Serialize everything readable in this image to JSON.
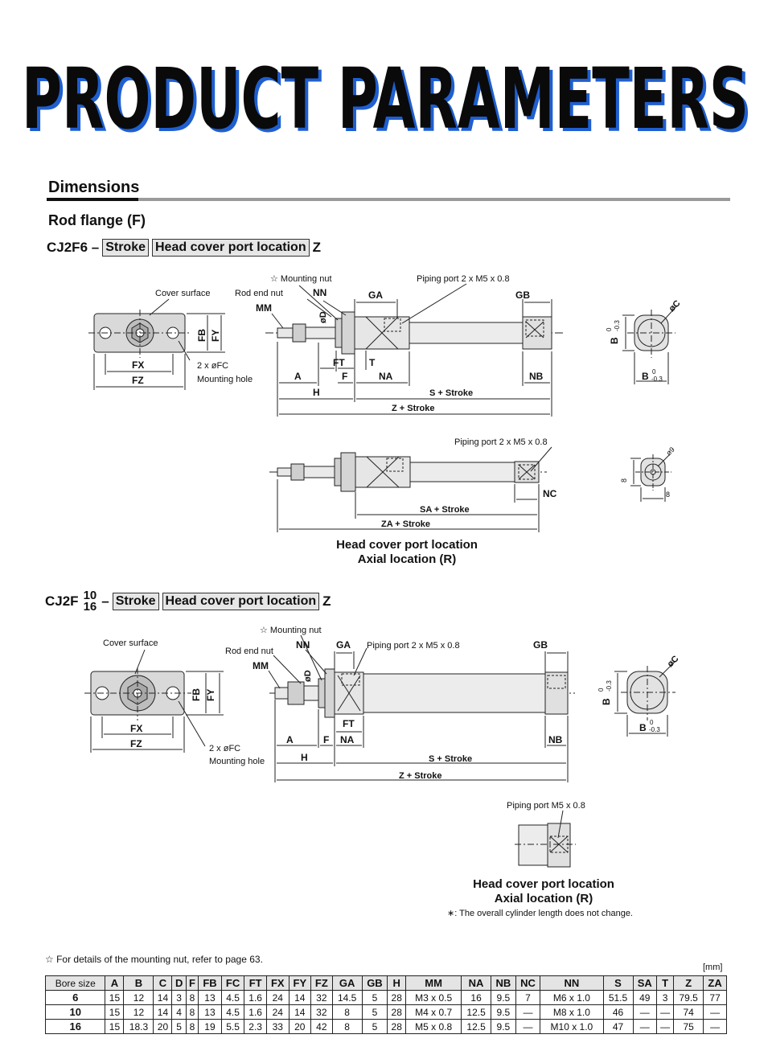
{
  "banner": {
    "text": "PRODUCT PARAMETERS"
  },
  "section": {
    "title": "Dimensions",
    "subtitle": "Rod flange (F)"
  },
  "model1": {
    "prefix": "CJ2F6 –",
    "stroke": "Stroke",
    "port": "Head cover port location",
    "suffix": "Z"
  },
  "model2": {
    "prefix": "CJ2F",
    "top": "10",
    "bottom": "16",
    "dash": "–",
    "stroke": "Stroke",
    "port": "Head cover port location",
    "suffix": "Z"
  },
  "labels": {
    "cover_surface": "Cover surface",
    "rod_end_nut": "Rod end nut",
    "mounting_nut": "☆ Mounting nut",
    "piping_port_2": "Piping port 2 x M5 x 0.8",
    "piping_port_1": "Piping port M5 x 0.8",
    "mounting_hole_fc": "2 x øFC",
    "mounting_hole": "Mounting hole",
    "mm": "MM",
    "nn": "NN",
    "od": "øD",
    "ga": "GA",
    "gb": "GB",
    "fb": "FB",
    "fy": "FY",
    "fx": "FX",
    "fz": "FZ",
    "a": "A",
    "h": "H",
    "ft": "FT",
    "f": "F",
    "t": "T",
    "na": "NA",
    "nb": "NB",
    "nc": "NC",
    "s_stroke": "S + Stroke",
    "z_stroke": "Z + Stroke",
    "sa_stroke": "SA + Stroke",
    "za_stroke": "ZA + Stroke",
    "b_tol_v": "B",
    "b_tol_h": "B",
    "tol": "0",
    "tol2": "-0.3",
    "oc": "øC",
    "o9": "ø9",
    "eight_v": "8",
    "eight_h": "8"
  },
  "caption1": {
    "line1": "Head cover port location",
    "line2": "Axial location (R)"
  },
  "caption2": {
    "line1": "Head cover port location",
    "line2": "Axial location (R)"
  },
  "note_overall": "∗: The overall cylinder length does not change.",
  "footnote": "☆ For details of the mounting nut, refer to page 63.",
  "unit": "[mm]",
  "table": {
    "headers": [
      "Bore size",
      "A",
      "B",
      "C",
      "D",
      "F",
      "FB",
      "FC",
      "FT",
      "FX",
      "FY",
      "FZ",
      "GA",
      "GB",
      "H",
      "MM",
      "NA",
      "NB",
      "NC",
      "NN",
      "S",
      "SA",
      "T",
      "Z",
      "ZA"
    ],
    "rows": [
      [
        "6",
        "15",
        "12",
        "14",
        "3",
        "8",
        "13",
        "4.5",
        "1.6",
        "24",
        "14",
        "32",
        "14.5",
        "5",
        "28",
        "M3 x 0.5",
        "16",
        "9.5",
        "7",
        "M6 x 1.0",
        "51.5",
        "49",
        "3",
        "79.5",
        "77"
      ],
      [
        "10",
        "15",
        "12",
        "14",
        "4",
        "8",
        "13",
        "4.5",
        "1.6",
        "24",
        "14",
        "32",
        "8",
        "5",
        "28",
        "M4 x 0.7",
        "12.5",
        "9.5",
        "—",
        "M8 x 1.0",
        "46",
        "—",
        "—",
        "74",
        "—"
      ],
      [
        "16",
        "15",
        "18.3",
        "20",
        "5",
        "8",
        "19",
        "5.5",
        "2.3",
        "33",
        "20",
        "42",
        "8",
        "5",
        "28",
        "M5 x 0.8",
        "12.5",
        "9.5",
        "—",
        "M10 x 1.0",
        "47",
        "—",
        "—",
        "75",
        "—"
      ]
    ]
  }
}
